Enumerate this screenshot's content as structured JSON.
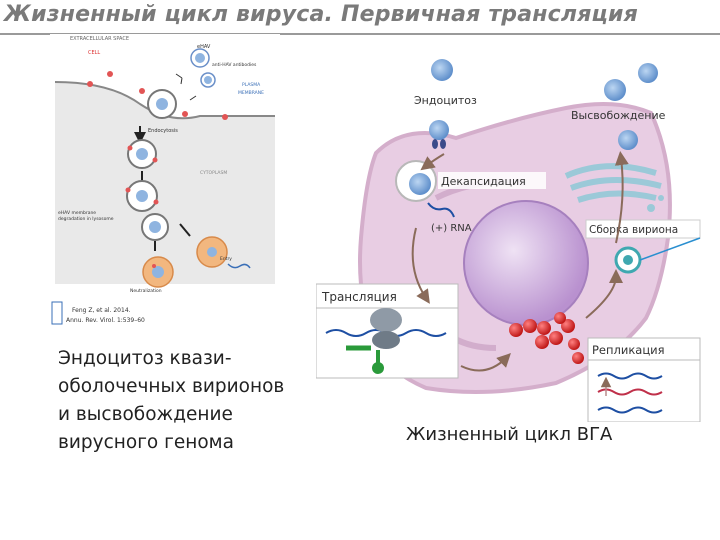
{
  "title": "Жизненный цикл вируса. Первичная трансляция",
  "left": {
    "labels": {
      "extracellular": "EXTRACELLULAR SPACE",
      "ehav": "eHAV",
      "anti_hav": "anti-HAV antibodies",
      "cell_label_tl": "CELL",
      "plasma": "PLASMA",
      "membrane": "MEMBRANE",
      "endocytosis": "Endocytosis",
      "cytoplasm": "CYTOPLASM",
      "degradation_line1": "eHAV membrane",
      "degradation_line2": "degradation in lysosome",
      "entry": "Entry",
      "neutralization": "Neutralization",
      "ref_line1": "Feng Z, et al. 2014.",
      "ref_line2": "Annu. Rev. Virol. 1:539–60"
    },
    "caption": "Эндоцитоз квази-\nоболочечных вирионов\nи высвобождение\nвирусного генома"
  },
  "right": {
    "labels": {
      "endocytosis": "Эндоцитоз",
      "release": "Высвобождение",
      "decapsidation": "Декапсидация",
      "rna": "(+) RNA",
      "assembly": "Сборка вириона",
      "translation": "Трансляция",
      "replication": "Репликация"
    },
    "caption": "Жизненный цикл ВГА"
  },
  "colors": {
    "cell": "#e6c9e0",
    "cell_border": "#cfa7c8",
    "nucleus": "#c9a6d6",
    "virion": "#7fa9dc",
    "ribosome": "#d63a3a",
    "title": "#7a7a7a"
  }
}
